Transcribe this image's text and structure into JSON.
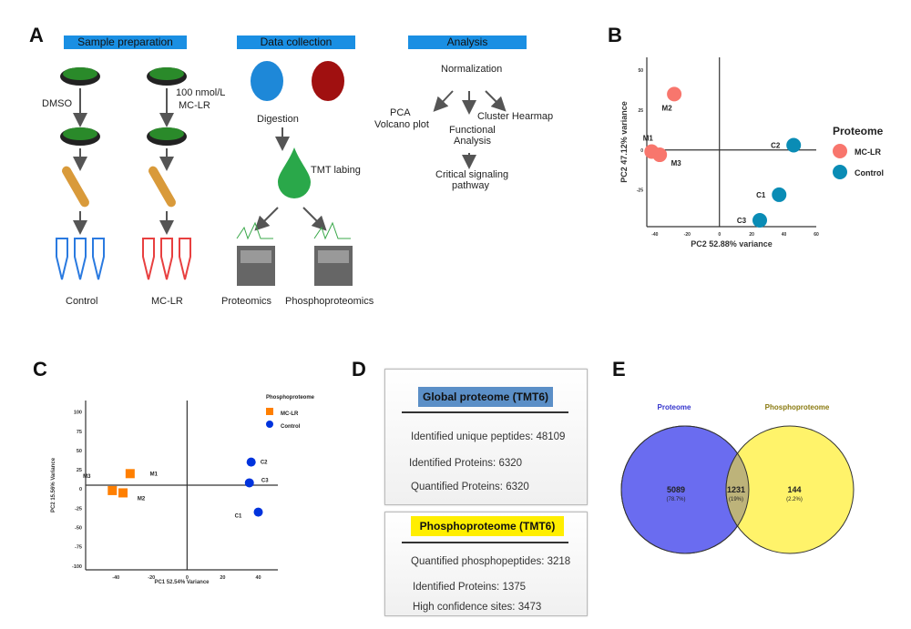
{
  "panels": {
    "A": {
      "label": "A",
      "headers": [
        "Sample preparation",
        "Data collection",
        "Analysis"
      ],
      "sample": {
        "dmso": "DMSO",
        "treatment": "100 nmol/L\nMC-LR",
        "treatment_l1": "100 nmol/L",
        "treatment_l2": "MC-LR",
        "control_label": "Control",
        "mclr_label": "MC-LR"
      },
      "collection": {
        "digestion": "Digestion",
        "tmt": "TMT labing",
        "proteomics": "Proteomics",
        "phospho": "Phosphoproteomics"
      },
      "analysis": {
        "normalization": "Normalization",
        "pca": "PCA",
        "volcano": "Volcano plot",
        "cluster": "Cluster Hearmap",
        "functional_1": "Functional",
        "functional_2": "Analysis",
        "critical_1": "Critical signaling",
        "critical_2": "pathway"
      }
    },
    "B": {
      "label": "B"
    },
    "C": {
      "label": "C"
    },
    "D": {
      "label": "D",
      "global": {
        "title": "Global proteome (TMT6)",
        "title_color": "#5b8fc7",
        "lines": [
          "Identified unique peptides: 48109",
          "Identified Proteins: 6320",
          "Quantified Proteins: 6320"
        ]
      },
      "phospho": {
        "title": "Phosphoproteome (TMT6)",
        "title_color": "#ffee00",
        "lines": [
          "Quantified phosphopeptides: 3218",
          "Identified Proteins: 1375",
          "High confidence sites: 3473"
        ]
      }
    },
    "E": {
      "label": "E"
    }
  },
  "chart_data": [
    {
      "panel": "B",
      "type": "scatter",
      "xlabel": "PC2 52.88% variance",
      "ylabel": "PC2 47.12% variance",
      "xlim": [
        -45,
        60
      ],
      "ylim": [
        -48,
        58
      ],
      "xticks": [
        -40,
        -20,
        0,
        20,
        40,
        60
      ],
      "yticks": [
        -25,
        0,
        25,
        50
      ],
      "legend_title": "Proteome",
      "legend_position": "right",
      "series": [
        {
          "name": "MC-LR",
          "color": "#f8766d",
          "points": [
            {
              "label": "M1",
              "x": -42,
              "y": -1
            },
            {
              "label": "M2",
              "x": -28,
              "y": 35
            },
            {
              "label": "M3",
              "x": -37,
              "y": -3
            }
          ]
        },
        {
          "name": "Control",
          "color": "#0a8cb5",
          "points": [
            {
              "label": "C1",
              "x": 37,
              "y": -28
            },
            {
              "label": "C2",
              "x": 46,
              "y": 3
            },
            {
              "label": "C3",
              "x": 25,
              "y": -44
            }
          ]
        }
      ]
    },
    {
      "panel": "C",
      "type": "scatter",
      "xlabel": "PC1 52.54% Variance",
      "ylabel": "PC2 15.56% Variance",
      "xlim": [
        -57,
        51
      ],
      "ylim": [
        -105,
        115
      ],
      "xticks": [
        -40,
        -20,
        0,
        20,
        40
      ],
      "yticks": [
        -100,
        -75,
        -50,
        -25,
        0,
        25,
        50,
        75,
        100
      ],
      "legend_title": "Phosphoproteome",
      "legend_position": "top-right",
      "series": [
        {
          "name": "MC-LR",
          "color": "#ff7f00",
          "marker": "square",
          "points": [
            {
              "label": "M1",
              "x": -32,
              "y": 20
            },
            {
              "label": "M2",
              "x": -36,
              "y": -5
            },
            {
              "label": "M3",
              "x": -42,
              "y": -2
            }
          ]
        },
        {
          "name": "Control",
          "color": "#0033dd",
          "marker": "circle",
          "points": [
            {
              "label": "C1",
              "x": 40,
              "y": -30
            },
            {
              "label": "C2",
              "x": 36,
              "y": 35
            },
            {
              "label": "C3",
              "x": 35,
              "y": 8
            }
          ]
        }
      ]
    },
    {
      "panel": "E",
      "type": "venn",
      "sets": [
        {
          "name": "Proteome",
          "color": "#6a6cf0",
          "label_color": "#3333cc"
        },
        {
          "name": "Phosphoproteome",
          "color": "#fff36a",
          "label_color": "#8a7a10"
        }
      ],
      "regions": [
        {
          "value": "5089",
          "percent": "(78.7%)"
        },
        {
          "value": "1231",
          "percent": "(19%)"
        },
        {
          "value": "144",
          "percent": "(2.2%)"
        }
      ]
    }
  ]
}
